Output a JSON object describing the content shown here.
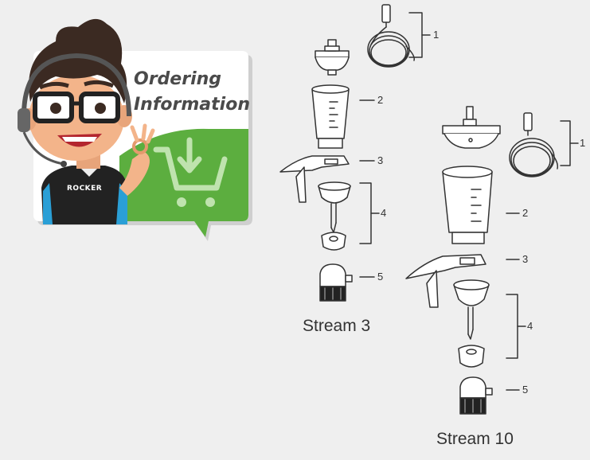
{
  "banner": {
    "title_line1": "Ordering",
    "title_line2": "Information",
    "icon": "shopping-cart-download-icon",
    "accent_color": "#5cae3f"
  },
  "mascot": {
    "brand": "ROCKER"
  },
  "stream3": {
    "title": "Stream 3",
    "callouts": [
      "1",
      "2",
      "3",
      "4",
      "5"
    ]
  },
  "stream10": {
    "title": "Stream 10",
    "callouts": [
      "1",
      "2",
      "3",
      "4",
      "5"
    ]
  }
}
